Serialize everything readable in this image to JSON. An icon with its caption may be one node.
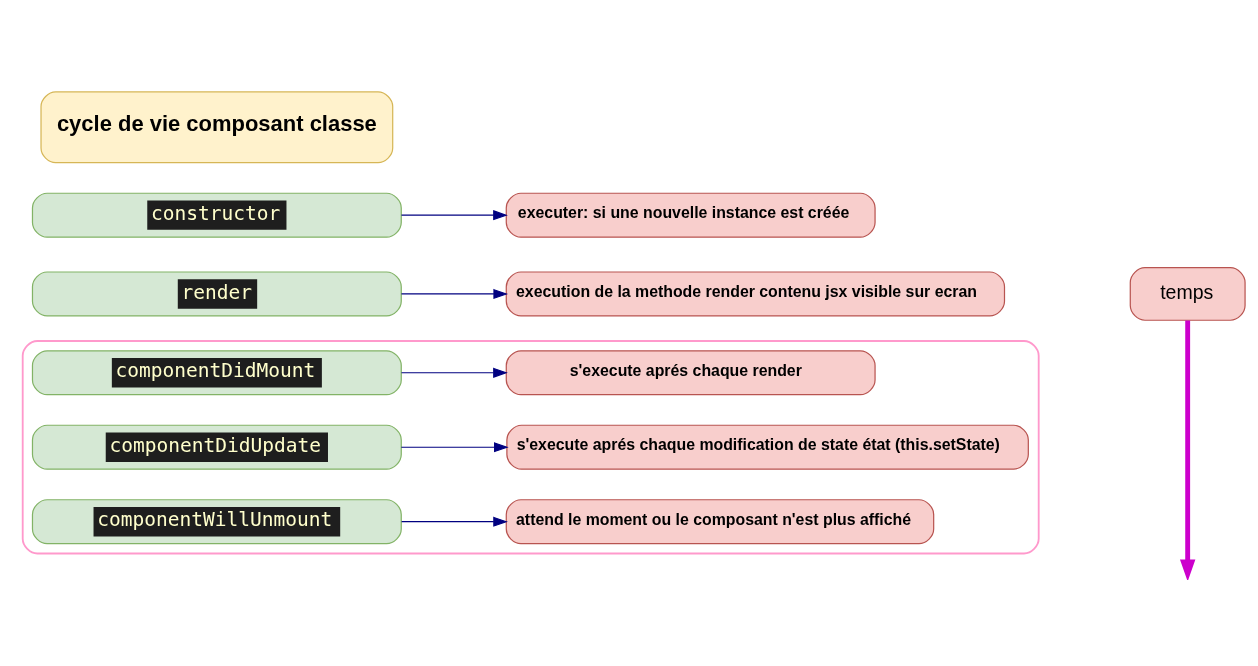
{
  "diagram": {
    "nodes": [
      {
        "text": [
          "cycle de vie composant classe"
        ]
      },
      {
        "text": [
          "constructor"
        ]
      },
      {
        "text": [
          "executer: si une nouvelle instance est créée"
        ]
      },
      {
        "text": [
          "render"
        ]
      },
      {
        "text": [
          "execution de la methode render contenu jsx visible sur ecran"
        ]
      },
      {
        "text": [
          "temps"
        ]
      },
      {
        "text": [],
        "shape": "box"
      },
      {
        "text": [
          "componentDidMount"
        ],
        "in": 6
      },
      {
        "text": [
          "s'execute aprés chaque render"
        ],
        "in": 6
      },
      {
        "text": [
          "componentDidUpdate"
        ],
        "in": 6
      },
      {
        "text": [
          "s'execute aprés chaque modification de state état (this.setState)"
        ],
        "in": 6
      },
      {
        "text": [
          "componentWillUnmount"
        ],
        "in": 6
      },
      {
        "text": [
          "attend le moment ou le composant n'est plus affiché"
        ],
        "in": 6
      }
    ],
    "edges": [
      {
        "from": 1,
        "to": 2,
        "arrow": "to"
      },
      {
        "from": 3,
        "to": 4,
        "arrow": "to"
      },
      {
        "from": 5,
        "to": null,
        "arrow": "to",
        "color": "#cc00cc",
        "style": "thick"
      },
      {
        "from": 7,
        "to": 8,
        "arrow": "to"
      },
      {
        "from": 9,
        "to": 10,
        "arrow": "to"
      },
      {
        "from": 11,
        "to": 12,
        "arrow": "to"
      }
    ]
  }
}
